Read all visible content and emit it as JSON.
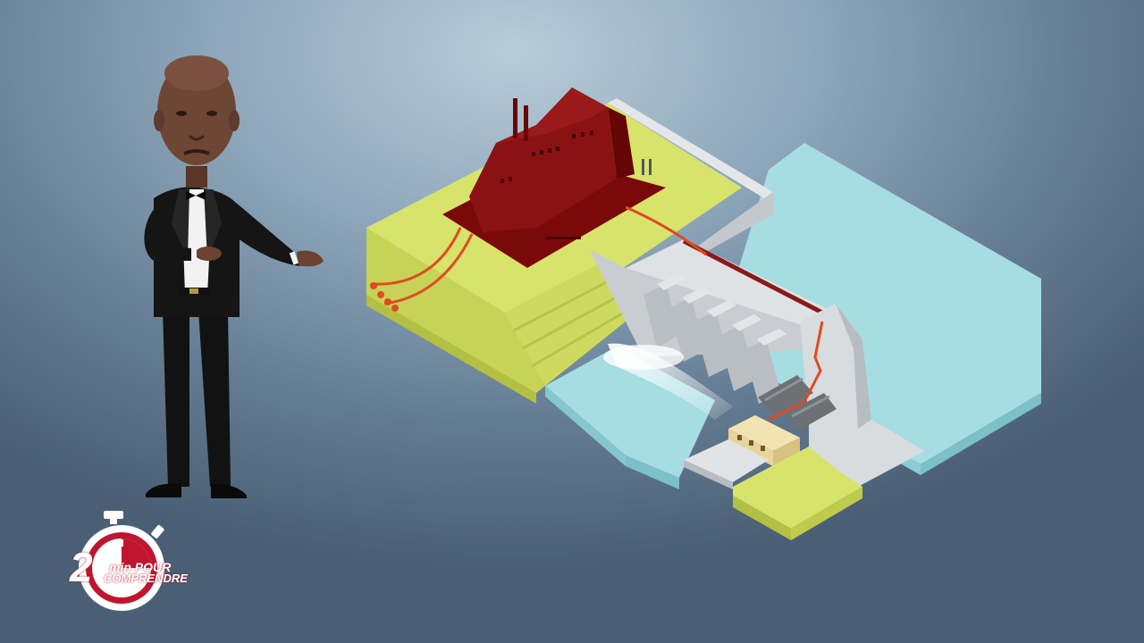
{
  "logo": {
    "number": "2",
    "line1": "min POUR",
    "line2": "COMPRENDRE",
    "colors": {
      "ring": "#ffffff",
      "accent": "#c0152f"
    }
  },
  "scene": {
    "presenter": "man-in-tuxedo-pointing-right",
    "illustration": "isometric-hydroelectric-dam",
    "colors": {
      "power_plant": "#7a0a0a",
      "grass": "#d7e36a",
      "water": "#9fd8de",
      "concrete": "#cfd3d6",
      "cable": "#e04a22"
    }
  }
}
